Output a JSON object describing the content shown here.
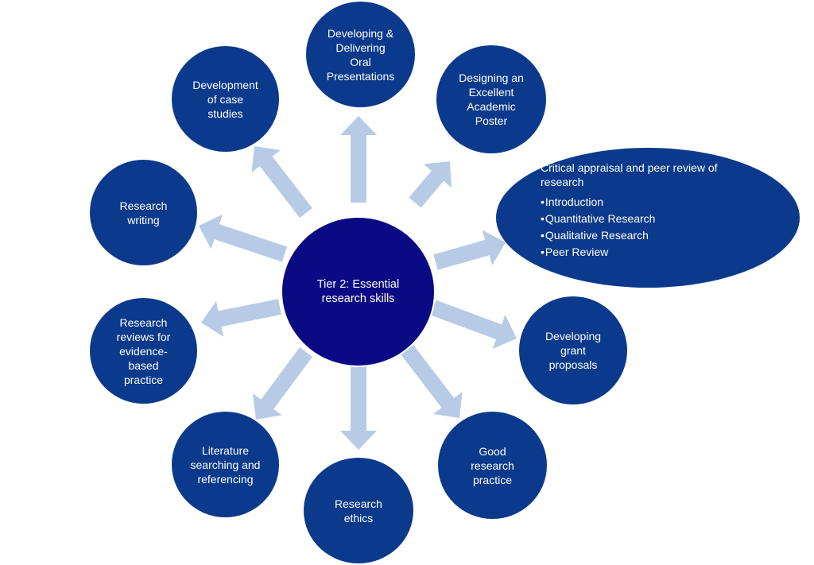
{
  "colors": {
    "node_fill": "#0b3a8c",
    "center_fill": "#0a0a84",
    "arrow_fill": "#b7cbe7",
    "text": "#ffffff"
  },
  "center": {
    "label": "Tier 2: Essential\nresearch skills"
  },
  "nodes": {
    "oral_presentations": "Developing &\nDelivering\nOral\nPresentations",
    "academic_poster": "Designing an\nExcellent\nAcademic\nPoster",
    "case_studies": "Development\nof case\nstudies",
    "research_writing": "Research\nwriting",
    "research_reviews": "Research\nreviews for\nevidence-\nbased\npractice",
    "literature_searching": "Literature\nsearching and\nreferencing",
    "research_ethics": "Research\nethics",
    "good_practice": "Good\nresearch\npractice",
    "grant_proposals": "Developing\ngrant\nproposals"
  },
  "critical_appraisal": {
    "title": "Critical appraisal and peer review of research",
    "items": [
      "Introduction",
      "Quantitative Research",
      "Qualitative Research",
      "Peer Review"
    ]
  }
}
